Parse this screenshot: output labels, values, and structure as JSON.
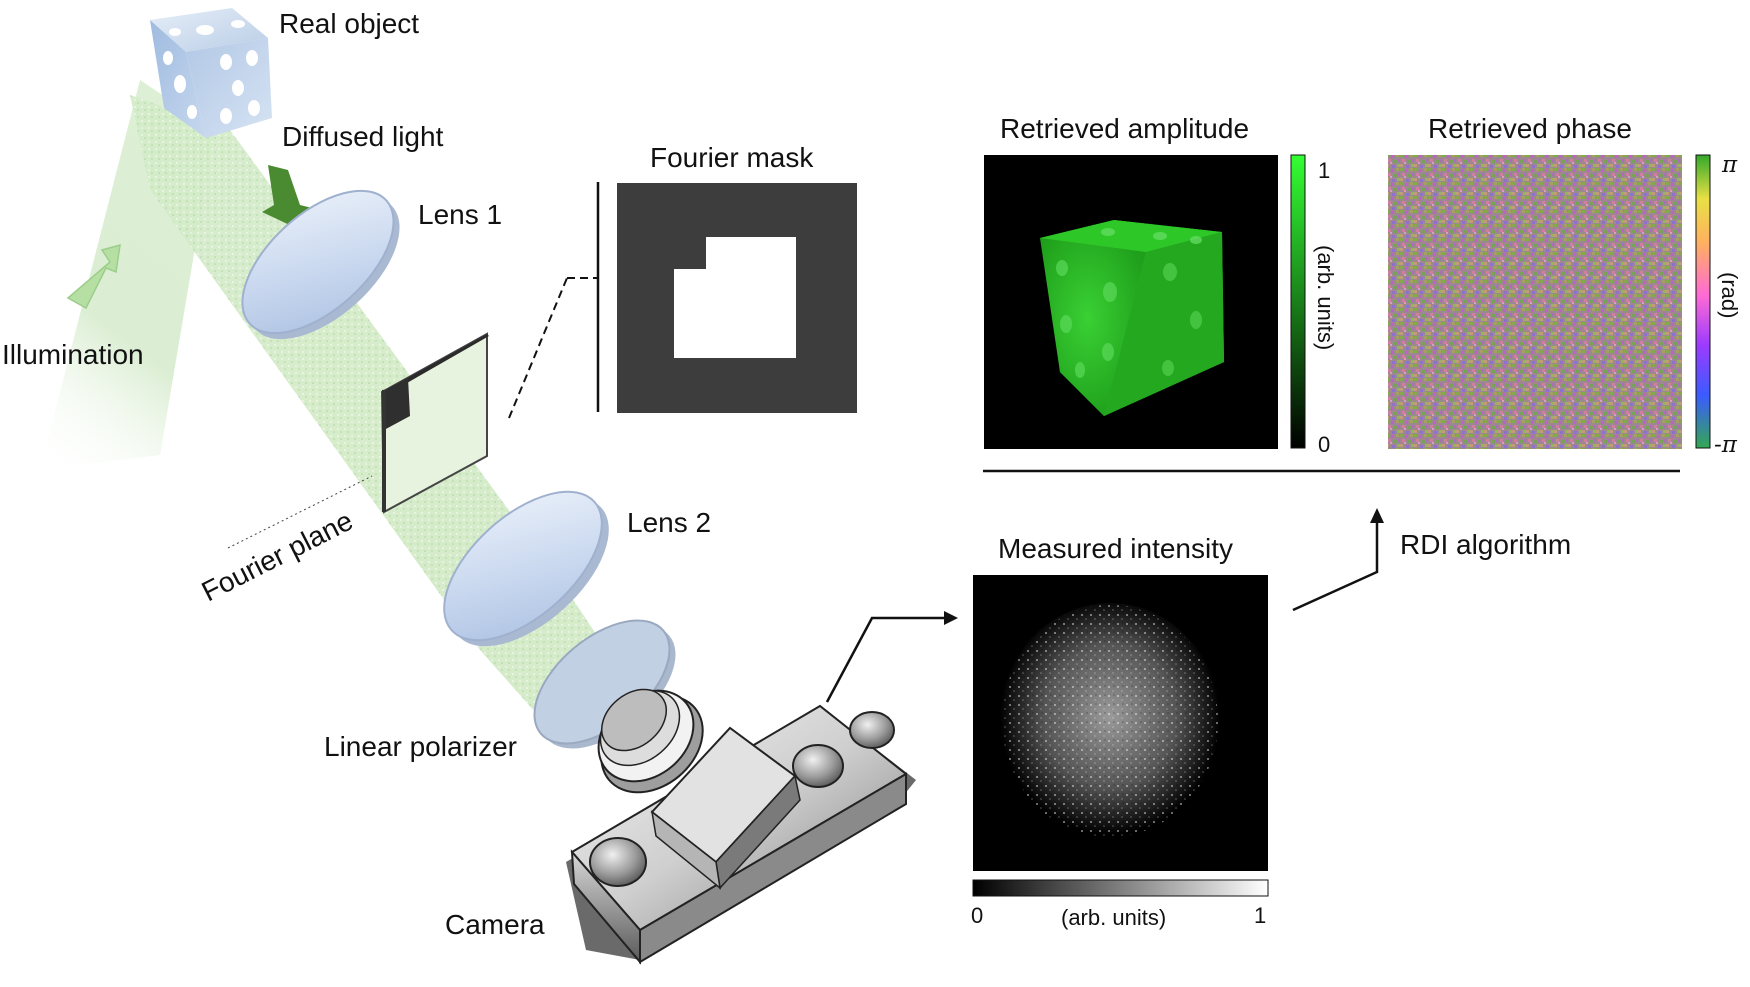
{
  "labels": {
    "real_object": "Real object",
    "diffused_light": "Diffused light",
    "illumination": "Illumination",
    "lens1": "Lens 1",
    "lens2": "Lens 2",
    "fourier_plane": "Fourier plane",
    "fourier_mask": "Fourier mask",
    "linear_polarizer": "Linear polarizer",
    "camera": "Camera",
    "measured_intensity": "Measured intensity",
    "rdi_algorithm": "RDI algorithm",
    "retrieved_amplitude": "Retrieved amplitude",
    "retrieved_phase": "Retrieved phase"
  },
  "colorbars": {
    "amplitude": {
      "max": "1",
      "min": "0",
      "unit": "(arb. units)"
    },
    "phase": {
      "max": "π",
      "min": "-π",
      "unit": "(rad)"
    },
    "intensity": {
      "min": "0",
      "max": "1",
      "unit": "(arb. units)"
    }
  },
  "colors": {
    "beam": "#cfe8c4",
    "lens": "#c8d8f0",
    "mask_dark": "#3d3d3d",
    "amplitude_green": "#22c01e",
    "diffused_arrow": "#4a8a30",
    "illumination_arrow": "#b6e0a3"
  },
  "icons": {
    "real_object": "dice-icon",
    "camera": "camera-icon"
  }
}
